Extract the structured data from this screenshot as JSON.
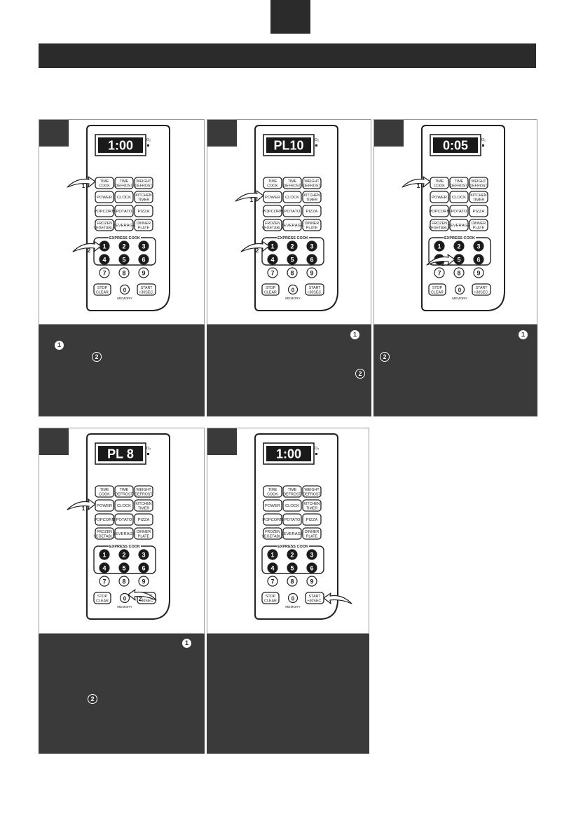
{
  "keypad": {
    "keys": {
      "time_cook": [
        "TIME",
        "COOK"
      ],
      "time_defrost": [
        "TIME",
        "DEFROST"
      ],
      "weight_defrost": [
        "WEIGHT",
        "DEFROST"
      ],
      "power": "POWER",
      "clock": "CLOCK",
      "kitchen_timer": [
        "KITCHEN",
        "TIMER"
      ],
      "popcorn": "POPCORN",
      "potato": "POTATO",
      "pizza": "PIZZA",
      "frozen_vegetable": [
        "FROZEN",
        "VEGETABLE"
      ],
      "beverage": "BEVERAGE",
      "dinner_plate": [
        "DINNER",
        "PLATE"
      ],
      "express_cook": "EXPRESS COOK",
      "digits": [
        "1",
        "2",
        "3",
        "4",
        "5",
        "6",
        "7",
        "8",
        "9",
        "0"
      ],
      "stop_clear": [
        "STOP",
        "CLEAR"
      ],
      "start": [
        "START",
        "+30SEC."
      ],
      "memory": "MEMORY",
      "display_indicator": "O₂"
    }
  },
  "panels": [
    {
      "display": "1:00",
      "callouts": [
        "1",
        "2"
      ]
    },
    {
      "display": "PL10",
      "callouts": [
        "1",
        "2"
      ]
    },
    {
      "display": "0:05",
      "callouts": [
        "1",
        "2"
      ]
    },
    {
      "display": "PL  8",
      "callouts": [
        "1",
        "2"
      ]
    },
    {
      "display": "1:00",
      "callouts": []
    }
  ],
  "captions": [
    {
      "markers": [
        "1",
        "2"
      ]
    },
    {
      "markers": [
        "1",
        "2"
      ]
    },
    {
      "markers": [
        "1",
        "2"
      ]
    },
    {
      "markers": [
        "1",
        "2"
      ]
    },
    {
      "markers": []
    }
  ]
}
